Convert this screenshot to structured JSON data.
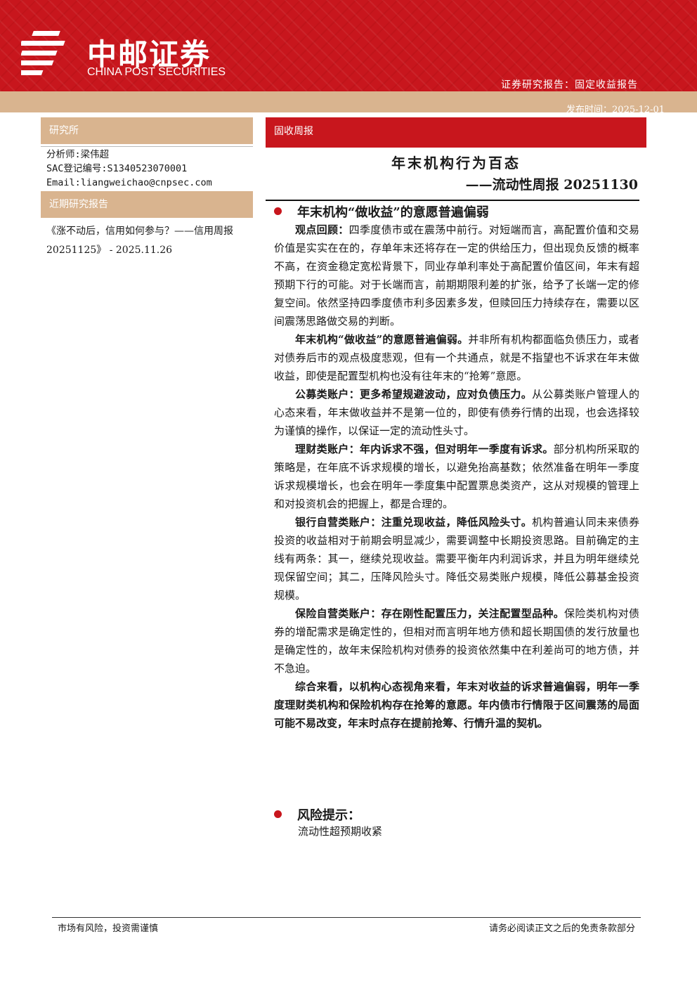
{
  "header": {
    "logo_cn": "中邮证券",
    "logo_en": "CHINA POST SECURITIES",
    "report_type": "证券研究报告：固定收益报告",
    "publish_date": "发布时间：2025-12-01",
    "brand_color": "#c8161d",
    "accent_color": "#d9b48f"
  },
  "sidebar": {
    "institute_label": "研究所",
    "analyst": "分析师:梁伟超",
    "sac": "SAC登记编号:S1340523070001",
    "email": "Email:liangweichao@cnpsec.com",
    "recent_label": "近期研究报告",
    "recent_report": "《涨不动后，信用如何参与？——信用周报 20251125》 - 2025.11.26"
  },
  "main": {
    "tag": "固收周报",
    "title": "年末机构行为百态",
    "subtitle": "——流动性周报 20251130",
    "section1_title": "年末机构“做收益”的意愿普遍偏弱",
    "p1_lead": "观点回顾：",
    "p1": "四季度债市或在震荡中前行。对短端而言，高配置价值和交易价值是实实在在的，存单年末还将存在一定的供给压力，但出现负反馈的概率不高，在资金稳定宽松背景下，同业存单利率处于高配置价值区间，年末有超预期下行的可能。对于长端而言，前期期限利差的扩张，给予了长端一定的修复空间。依然坚持四季度债市利多因素多发，但赎回压力持续存在，需要以区间震荡思路做交易的判断。",
    "p2_lead": "年末机构“做收益”的意愿普遍偏弱。",
    "p2": "并非所有机构都面临负债压力，或者对债券后市的观点极度悲观，但有一个共通点，就是不指望也不诉求在年末做收益，即使是配置型机构也没有往年末的“抢筹”意愿。",
    "p3_lead": "公募类账户：更多希望规避波动，应对负债压力。",
    "p3": "从公募类账户管理人的心态来看，年末做收益并不是第一位的，即使有债券行情的出现，也会选择较为谨慎的操作，以保证一定的流动性头寸。",
    "p4_lead": "理财类账户：年内诉求不强，但对明年一季度有诉求。",
    "p4": "部分机构所采取的策略是，在年底不诉求规模的增长，以避免抬高基数；依然准备在明年一季度诉求规模增长，也会在明年一季度集中配置票息类资产，这从对规模的管理上和对投资机会的把握上，都是合理的。",
    "p5_lead": "银行自营类账户：注重兑现收益，降低风险头寸。",
    "p5": "机构普遍认同未来债券投资的收益相对于前期会明显减少，需要调整中长期投资思路。目前确定的主线有两条：其一，继续兑现收益。需要平衡年内利润诉求，并且为明年继续兑现保留空间；其二，压降风险头寸。降低交易类账户规模，降低公募基金投资规模。",
    "p6_lead": "保险自营类账户：存在刚性配置压力，关注配置型品种。",
    "p6": "保险类机构对债券的增配需求是确定性的，但相对而言明年地方债和超长期国债的发行放量也是确定性的，故年末保险机构对债券的投资依然集中在利差尚可的地方债，并不急迫。",
    "p7": "综合来看，以机构心态视角来看，年末对收益的诉求普遍偏弱，明年一季度理财类机构和保险机构存在抢筹的意愿。年内债市行情限于区间震荡的局面可能不易改变，年末时点存在提前抢筹、行情升温的契机。",
    "risk_title": "风险提示：",
    "risk_text": "流动性超预期收紧"
  },
  "footer": {
    "left": "市场有风险，投资需谨慎",
    "right": "请务必阅读正文之后的免责条款部分"
  }
}
